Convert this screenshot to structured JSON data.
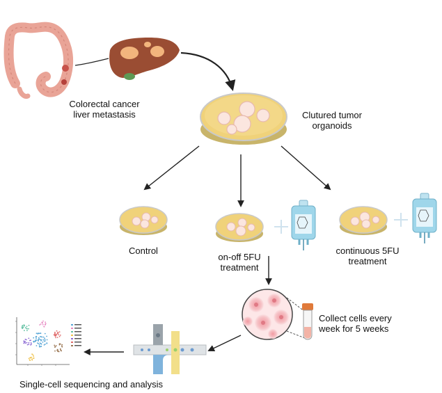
{
  "labels": {
    "source": [
      "Colorectal cancer",
      "liver metastasis"
    ],
    "organoids": [
      "Clutured tumor",
      "organoids"
    ],
    "control": "Control",
    "onoff": [
      "on-off 5FU",
      "treatment"
    ],
    "continuous": [
      "continuous 5FU",
      "treatment"
    ],
    "collect": [
      "Collect cells every",
      "week for 5 weeks"
    ],
    "sequencing": "Single-cell sequencing and analysis"
  },
  "icons": {
    "colon": "colon-illustration",
    "liver": "liver-with-metastases-icon",
    "dish": "petri-dish-organoids-icon",
    "iv_bag": "iv-drug-bag-5fu-icon",
    "magnifier": "cell-magnifier-icon",
    "tube": "collection-tube-icon",
    "microfluidics": "microfluidic-chip-icon",
    "umap": "umap-cluster-plot-icon"
  },
  "colors": {
    "colon": "#e9a497",
    "liver": "#9a4d33",
    "tumor": "#f2b57d",
    "dish_medium": "#f0d27a",
    "organoid": "#f8dcd4",
    "iv_bag": "#9fd6ea",
    "arrow": "#222222",
    "channel_blue": "#7fb3dc",
    "channel_yellow": "#f2df8a"
  }
}
